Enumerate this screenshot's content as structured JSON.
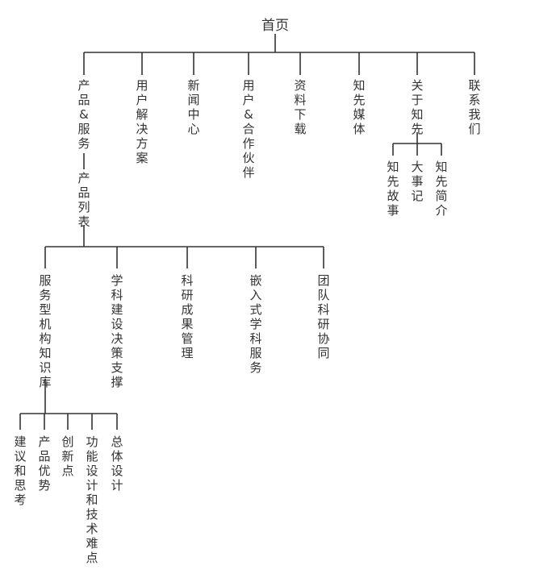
{
  "root": "首页",
  "sections": {
    "products_top": "产品&服务",
    "products_list": "产品列表",
    "solutions": "用户解决方案",
    "news": "新闻中心",
    "partners": "用户&合作伙伴",
    "downloads": "资料下载",
    "media": "知先媒体",
    "about": "关于知先",
    "contact": "联系我们"
  },
  "about_children": {
    "story": "知先故事",
    "milestones": "大事记",
    "intro": "知先简介"
  },
  "product_items": {
    "kb": "服务型机构知识库",
    "discipline": "学科建设决策支撑",
    "research": "科研成果管理",
    "embedded": "嵌入式学科服务",
    "team": "团队科研协同"
  },
  "kb_children": {
    "suggest": "建议和思考",
    "advantage": "产品优势",
    "innovation": "创新点",
    "design": "功能设计和技术难点",
    "overall": "总体设计"
  },
  "colors": {
    "line": "#333333",
    "text": "#333333",
    "background": "#ffffff"
  }
}
